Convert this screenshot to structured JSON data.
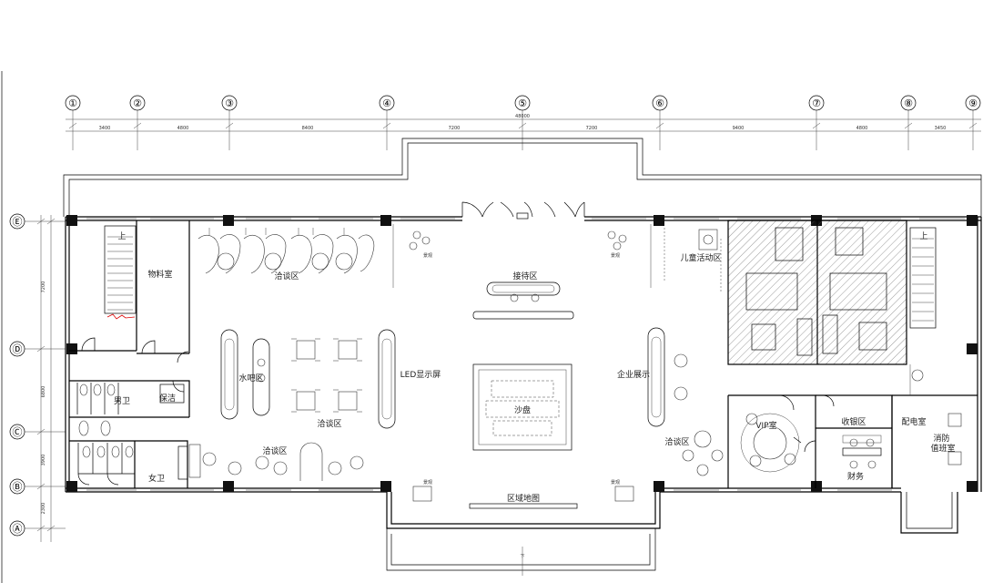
{
  "grid": {
    "columns": [
      "①",
      "②",
      "③",
      "④",
      "⑤",
      "⑥",
      "⑦",
      "⑧",
      "⑨"
    ],
    "rows": [
      "Ⓔ",
      "Ⓓ",
      "Ⓒ",
      "Ⓑ",
      "Ⓐ"
    ]
  },
  "dimensions": {
    "top_segments": [
      "3400",
      "4800",
      "8400",
      "7200",
      "7200",
      "9400",
      "4800",
      "3450"
    ],
    "overall": "48000",
    "left_segments": [
      "7200",
      "6800",
      "3900",
      "2300"
    ]
  },
  "rooms": {
    "storage": "物料室",
    "negotiation_top": "洽谈区",
    "reception": "接待区",
    "water_bar": "水吧区",
    "led_screen": "LED显示屏",
    "negotiation_mid": "洽谈区",
    "negotiation_bottom_left": "洽谈区",
    "sand_table": "沙盘",
    "corporate_display": "企业展示",
    "negotiation_right": "洽谈区",
    "district_map": "区域地图",
    "kids_area": "儿童活动区",
    "men_wc": "男卫",
    "cleaning": "保洁",
    "women_wc": "女卫",
    "vip_room": "VIP室",
    "cashier": "收银区",
    "finance": "财务",
    "power_room": "配电室",
    "fire_control": "消防\n值班室",
    "plant_1": "景观",
    "plant_2": "景观",
    "plant_3": "景观",
    "plant_4": "景观",
    "up": "上",
    "down": "下"
  }
}
